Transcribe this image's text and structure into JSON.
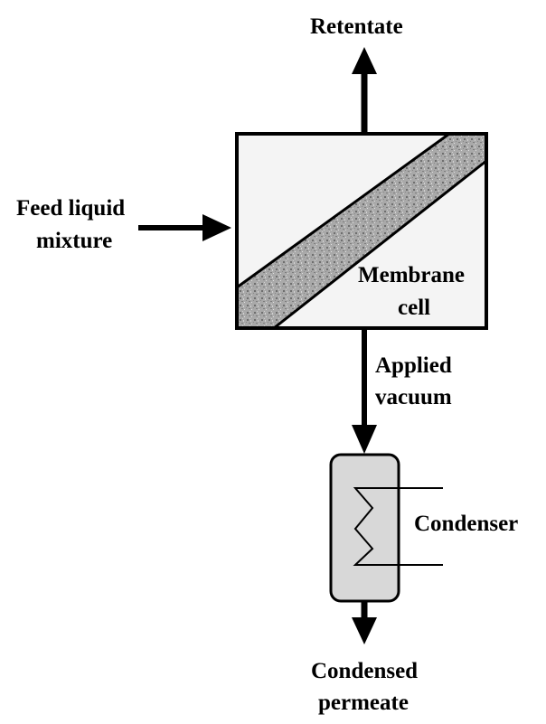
{
  "labels": {
    "retentate": "Retentate",
    "feed_line1": "Feed liquid",
    "feed_line2": "mixture",
    "membrane_line1": "Membrane",
    "membrane_line2": "cell",
    "vacuum_line1": "Applied",
    "vacuum_line2": "vacuum",
    "condenser": "Condenser",
    "permeate_line1": "Condensed",
    "permeate_line2": "permeate"
  },
  "colors": {
    "cell_fill": "#f4f4f4",
    "condenser_fill": "#d8d8d8",
    "membrane_fill": "#a9a9a9",
    "stroke": "#000000"
  }
}
